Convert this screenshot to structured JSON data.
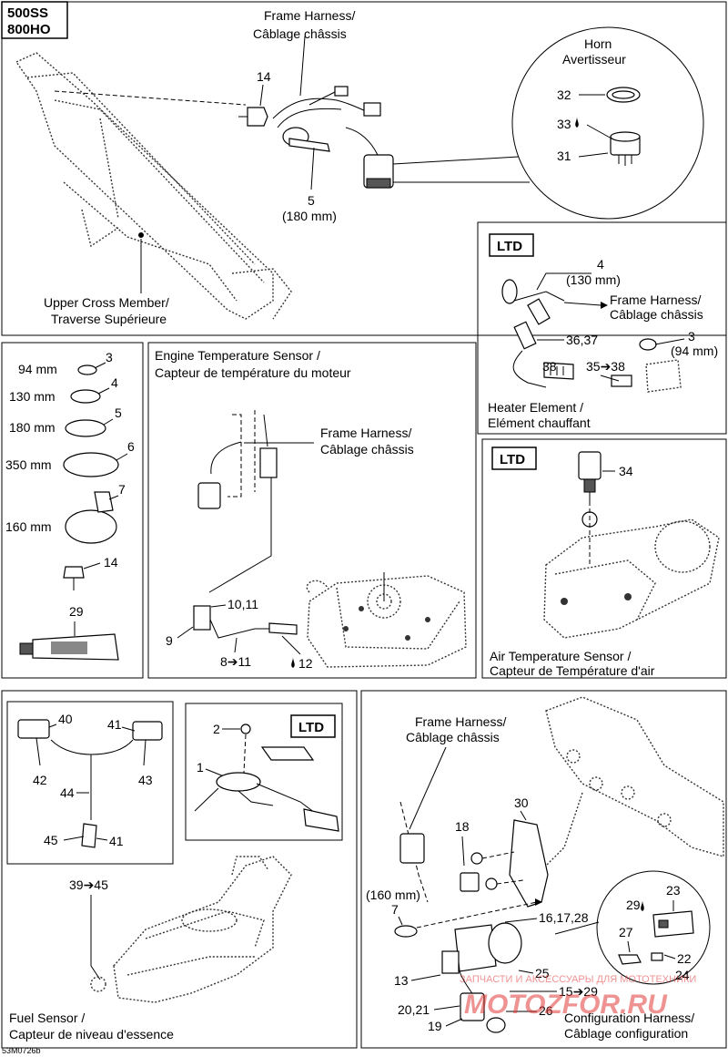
{
  "models": [
    "500SS",
    "800HO"
  ],
  "panel1": {
    "frame_harness": [
      "Frame Harness/",
      "Câblage châssis"
    ],
    "horn": [
      "Horn",
      "Avertisseur"
    ],
    "upper_cross_member": [
      "Upper Cross Member/",
      "Traverse Supérieure"
    ],
    "callouts": {
      "c14": "14",
      "c5": "5",
      "c5_len": "(180 mm)",
      "c32": "32",
      "c33": "33",
      "c31": "31"
    }
  },
  "panel_ltd_heater": {
    "badge": "LTD",
    "callouts": {
      "c4": "4",
      "c4_len": "(130 mm)",
      "c3": "3",
      "c3_len": "(94 mm)",
      "c36_37": "36,37",
      "c38": "38",
      "c35_38": "35➔38"
    },
    "frame_harness": [
      "Frame Harness/",
      "Câblage châssis"
    ],
    "heater_element": [
      "Heater Element /",
      "Elément chauffant"
    ]
  },
  "panel_ties": {
    "items": [
      {
        "size": "94 mm",
        "ref": "3"
      },
      {
        "size": "130 mm",
        "ref": "4"
      },
      {
        "size": "180 mm",
        "ref": "5"
      },
      {
        "size": "350 mm",
        "ref": "6"
      },
      {
        "size": "160 mm",
        "ref": "7"
      }
    ],
    "c14": "14",
    "c29": "29"
  },
  "panel_engine_temp": {
    "title": [
      "Engine Temperature Sensor /",
      "Capteur de température du moteur"
    ],
    "frame_harness": [
      "Frame Harness/",
      "Câblage châssis"
    ],
    "callouts": {
      "c10_11": "10,11",
      "c9": "9",
      "c8_11": "8➔11",
      "c12": "12"
    }
  },
  "panel_ltd_air": {
    "badge": "LTD",
    "c34": "34",
    "title": [
      "Air Temperature Sensor /",
      "Capteur de Température d'air"
    ]
  },
  "panel_fuel": {
    "callouts": {
      "c40": "40",
      "c41a": "41",
      "c42": "42",
      "c43": "43",
      "c44": "44",
      "c45": "45",
      "c41b": "41",
      "c39_45": "39➔45",
      "c2": "2",
      "c1": "1"
    },
    "badge": "LTD",
    "title": [
      "Fuel Sensor /",
      "Capteur de niveau d'essence"
    ]
  },
  "panel_config": {
    "frame_harness": [
      "Frame Harness/",
      "Câblage châssis"
    ],
    "callouts": {
      "c30": "30",
      "c18": "18",
      "c160": "(160 mm)",
      "c7": "7",
      "c16_17_28": "16,17,28",
      "c23": "23",
      "c29": "29",
      "c27": "27",
      "c22": "22",
      "c24": "24",
      "c13": "13",
      "c25": "25",
      "c15_29": "15➔29",
      "c20_21": "20,21",
      "c26": "26",
      "c19": "19"
    },
    "title": [
      "Configuration Harness/",
      "Câblage configuration"
    ]
  },
  "watermark": {
    "line1": "ЗАПЧАСТИ И АКСЕССУАРЫ ДЛЯ МОТОТЕХНИКИ",
    "logo": "MOTOZFOR.RU"
  },
  "figure_code": "53M0726b"
}
